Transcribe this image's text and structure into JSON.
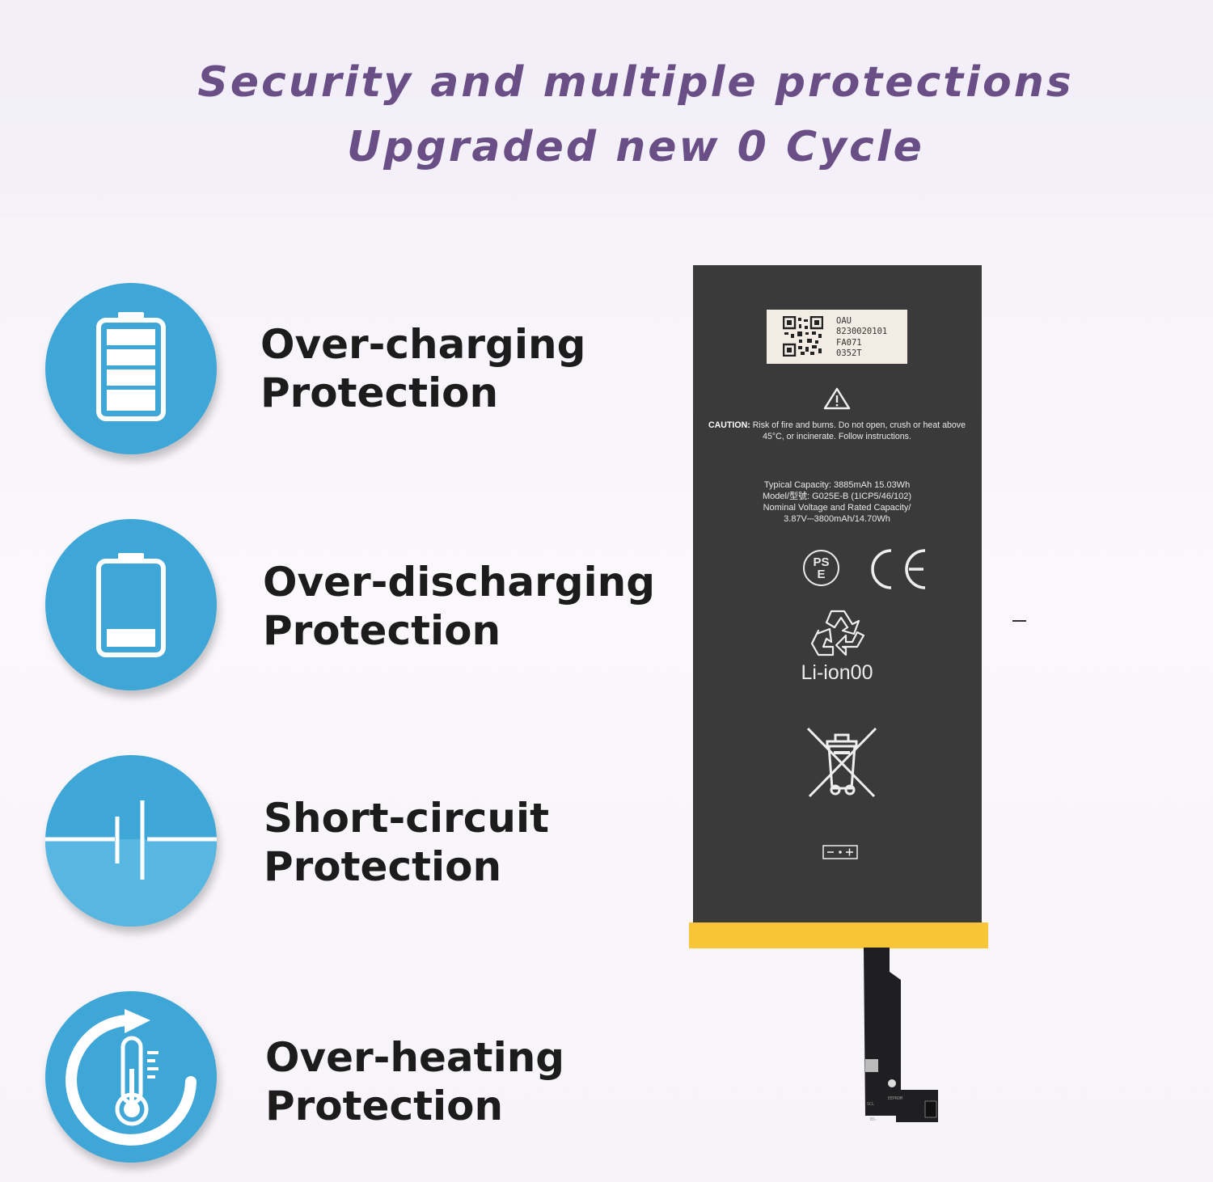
{
  "headline": {
    "line1": "Security and multiple protections",
    "line2": "Upgraded new 0 Cycle"
  },
  "features": [
    {
      "icon": "full-battery-icon",
      "title_line1": "Over-charging",
      "title_line2": "Protection"
    },
    {
      "icon": "low-battery-icon",
      "title_line1": "Over-discharging",
      "title_line2": "Protection"
    },
    {
      "icon": "capacitor-icon",
      "title_line1": "Short-circuit",
      "title_line2": "Protection"
    },
    {
      "icon": "thermometer-icon",
      "title_line1": "Over-heating",
      "title_line2": "Protection"
    }
  ],
  "battery": {
    "label_lines": [
      "OAU",
      "8230020101",
      "FA071",
      "0352T"
    ],
    "caution_prefix": "CAUTION:",
    "caution_text": " Risk of fire and burns. Do not open, crush or heat above 45°C, or incinerate. Follow instructions.",
    "spec_lines": [
      "Typical Capacity: 3885mAh 15.03Wh",
      "Model/型號: G025E-B (1ICP5/46/102)",
      "Nominal Voltage and Rated Capacity/",
      "3.87V⎓3800mAh/14.70Wh"
    ],
    "pse_mark": "PS\nE",
    "chemistry": "Li-ion00"
  },
  "colors": {
    "headline": "#6a4f87",
    "icon_circle": "#3fa6d8",
    "battery_body": "#3a3a3b",
    "tape": "#f9c538"
  }
}
